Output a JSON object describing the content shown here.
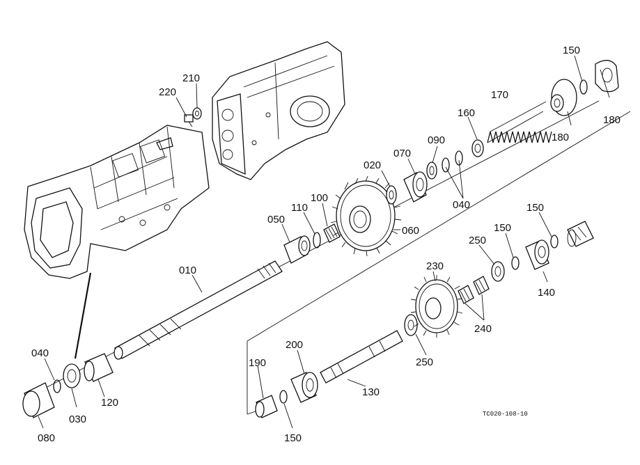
{
  "labels": {
    "p150a": "150",
    "p170": "170",
    "p210": "210",
    "p220": "220",
    "p160": "160",
    "p180a": "180",
    "p180b": "180",
    "p090": "090",
    "p070": "070",
    "p020": "020",
    "p040a": "040",
    "p100": "100",
    "p110": "110",
    "p050": "050",
    "p060": "060",
    "p150b": "150",
    "p150c": "150",
    "p250a": "250",
    "p230": "230",
    "p010": "010",
    "p140": "140",
    "p240": "240",
    "p250b": "250",
    "p200": "200",
    "p190": "190",
    "p040b": "040",
    "p130": "130",
    "p120": "120",
    "p030": "030",
    "p080": "080",
    "p150d": "150"
  },
  "reference": "TC020-108-10"
}
